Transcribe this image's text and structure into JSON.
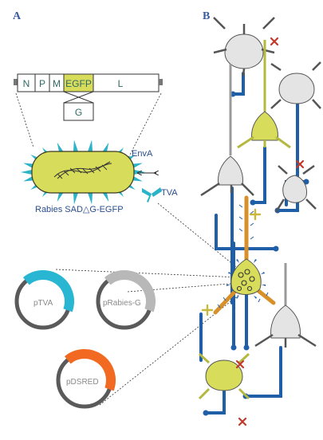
{
  "panels": {
    "a_label": "A",
    "b_label": "B"
  },
  "genome": {
    "segments": [
      "N",
      "P",
      "M",
      "EGFP",
      "L"
    ],
    "insert_label": "G"
  },
  "virus": {
    "envelope_label": "EnvA",
    "receptor_label": "TVA",
    "caption": "Rabies SAD△G-EGFP"
  },
  "plasmids": [
    {
      "label": "pTVA",
      "color": "#29b6d3"
    },
    {
      "label": "pRabies-G",
      "color": "#b8b8b8"
    },
    {
      "label": "pDSRED",
      "color": "#f26a21"
    }
  ],
  "colors": {
    "label_blue": "#3a5aa0",
    "axon_blue": "#1e5fa8",
    "infected_yellow": "#d7dc5a",
    "dendrite_orange": "#d8912a",
    "uninfected_gray": "#e4e4e4",
    "block_red": "#c0392b",
    "spike_cyan": "#2ab3c9"
  },
  "icons": [
    "cross-mark-icon",
    "plus-mark-icon",
    "double-arrow-icon",
    "receptor-icon"
  ]
}
